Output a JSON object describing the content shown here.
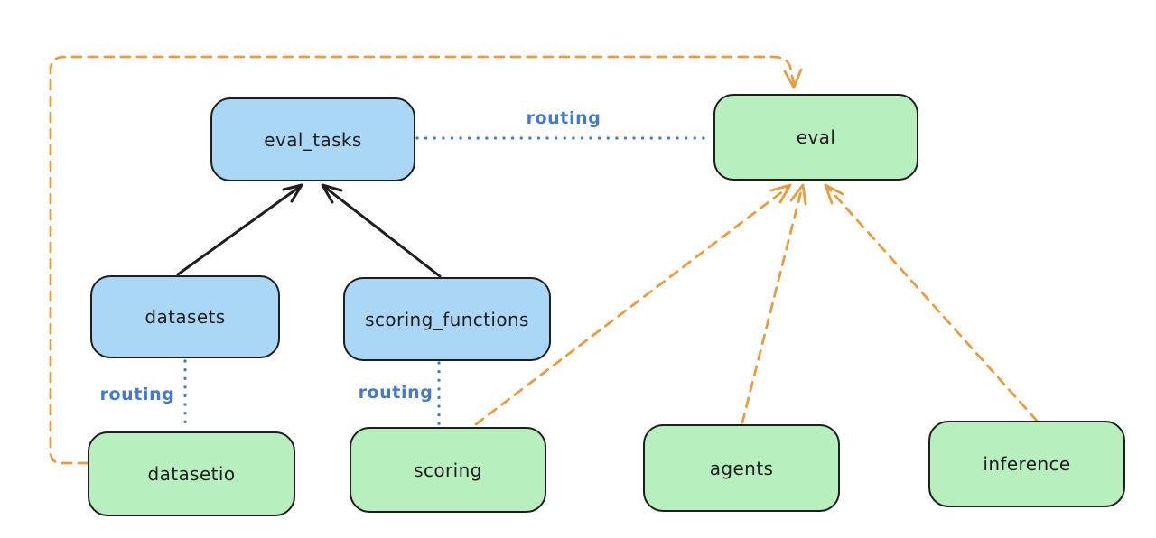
{
  "diagram": {
    "background": "#ffffff",
    "nodes": [
      {
        "id": "eval_tasks",
        "label": "eval_tasks",
        "fill": "blue"
      },
      {
        "id": "eval",
        "label": "eval",
        "fill": "green"
      },
      {
        "id": "datasets",
        "label": "datasets",
        "fill": "blue"
      },
      {
        "id": "scoring_functions",
        "label": "scoring_functions",
        "fill": "blue"
      },
      {
        "id": "datasetio",
        "label": "datasetio",
        "fill": "green"
      },
      {
        "id": "scoring",
        "label": "scoring",
        "fill": "green"
      },
      {
        "id": "agents",
        "label": "agents",
        "fill": "green"
      },
      {
        "id": "inference",
        "label": "inference",
        "fill": "green"
      }
    ],
    "edges": [
      {
        "from": "datasets",
        "to": "eval_tasks",
        "style": "solid-arrow",
        "color": "black"
      },
      {
        "from": "scoring_functions",
        "to": "eval_tasks",
        "style": "solid-arrow",
        "color": "black"
      },
      {
        "from": "eval_tasks",
        "to": "eval",
        "style": "dotted",
        "color": "blue",
        "label": "routing"
      },
      {
        "from": "datasets",
        "to": "datasetio",
        "style": "dotted",
        "color": "blue",
        "label": "routing"
      },
      {
        "from": "scoring_functions",
        "to": "scoring",
        "style": "dotted",
        "color": "blue",
        "label": "routing"
      },
      {
        "from": "datasetio",
        "to": "eval",
        "style": "dashed-arrow",
        "color": "orange"
      },
      {
        "from": "scoring",
        "to": "eval",
        "style": "dashed-arrow",
        "color": "orange"
      },
      {
        "from": "agents",
        "to": "eval",
        "style": "dashed-arrow",
        "color": "orange"
      },
      {
        "from": "inference",
        "to": "eval",
        "style": "dashed-arrow",
        "color": "orange"
      }
    ],
    "colors": {
      "node_blue_fill": "#a9d7f5",
      "node_green_fill": "#b7efbf",
      "node_stroke": "#1e1e1e",
      "orange_edge": "#e99b3d",
      "blue_edge": "#4379ce",
      "black_edge": "#1e1e1e"
    }
  }
}
